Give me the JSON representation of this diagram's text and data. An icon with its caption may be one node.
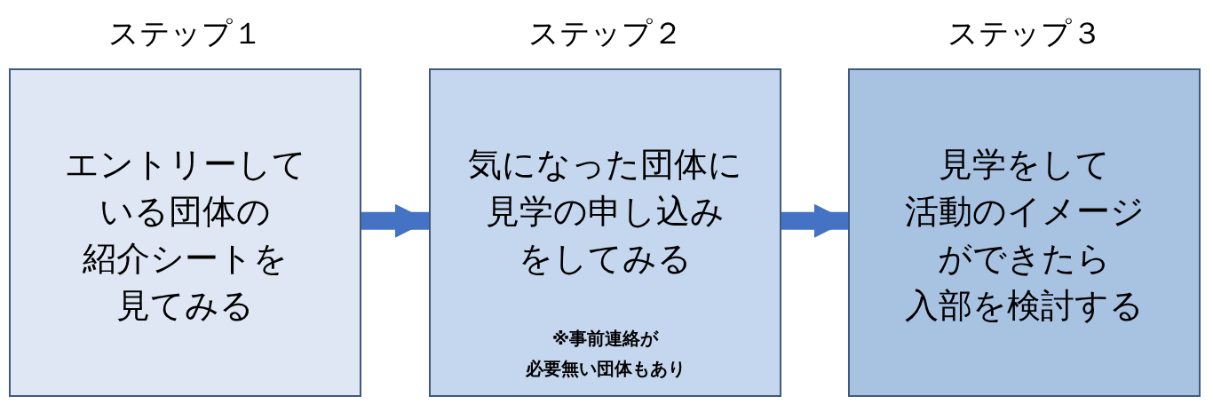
{
  "diagram": {
    "nodes": [
      {
        "text": [
          "ステップ１",
          "エントリーしている団体の紹介シートを見てみる"
        ]
      },
      {
        "text": [
          "ステップ２",
          "気になった団体に見学の申し込みをしてみる",
          "※事前連絡が必要無い団体もあり"
        ]
      },
      {
        "text": [
          "ステップ３",
          "見学をして活動のイメージができたら入部を検討する"
        ]
      }
    ],
    "edges": [
      {
        "from": 0,
        "to": 1,
        "arrow": "to"
      },
      {
        "from": 1,
        "to": 2,
        "arrow": "to"
      }
    ]
  }
}
